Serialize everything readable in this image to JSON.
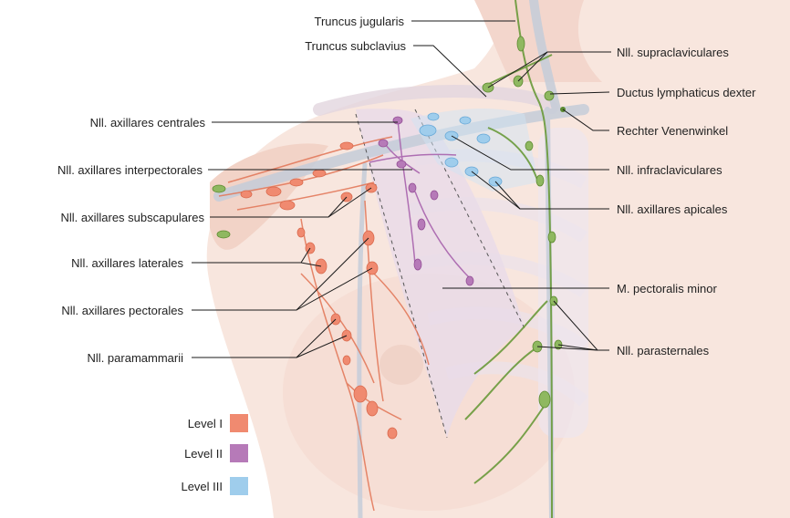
{
  "colors": {
    "level_1": "#f08a70",
    "level_2": "#b67ab8",
    "level_3": "#9fcdec",
    "thoracic_duct": "#5c8a30",
    "skin": "#f7e4dc",
    "vein": "#c3ccd8"
  },
  "labels": {
    "truncus_jugularis": "Truncus jugularis",
    "truncus_subclavius": "Truncus subclavius",
    "nll_supraclaviculares": "Nll. supraclaviculares",
    "ductus_lymphaticus_dexter": "Ductus lymphaticus dexter",
    "rechter_venenwinkel": "Rechter Venenwinkel",
    "nll_axillares_centrales": "Nll. axillares centrales",
    "nll_axillares_interpectorales": "Nll. axillares interpectorales",
    "nll_infraclaviculares": "Nll. infraclaviculares",
    "nll_axillares_subscapulares": "Nll. axillares subscapulares",
    "nll_axillares_apicales": "Nll. axillares apicales",
    "nll_axillares_laterales": "Nll. axillares laterales",
    "nll_axillares_pectorales": "Nll. axillares pectorales",
    "m_pectoralis_minor": "M. pectoralis minor",
    "nll_paramammarii": "Nll. paramammarii",
    "nll_parasternales": "Nll. parasternales"
  },
  "legend": [
    {
      "label": "Level I",
      "color": "#f08a70"
    },
    {
      "label": "Level II",
      "color": "#b67ab8"
    },
    {
      "label": "Level III",
      "color": "#9fcdec"
    }
  ]
}
